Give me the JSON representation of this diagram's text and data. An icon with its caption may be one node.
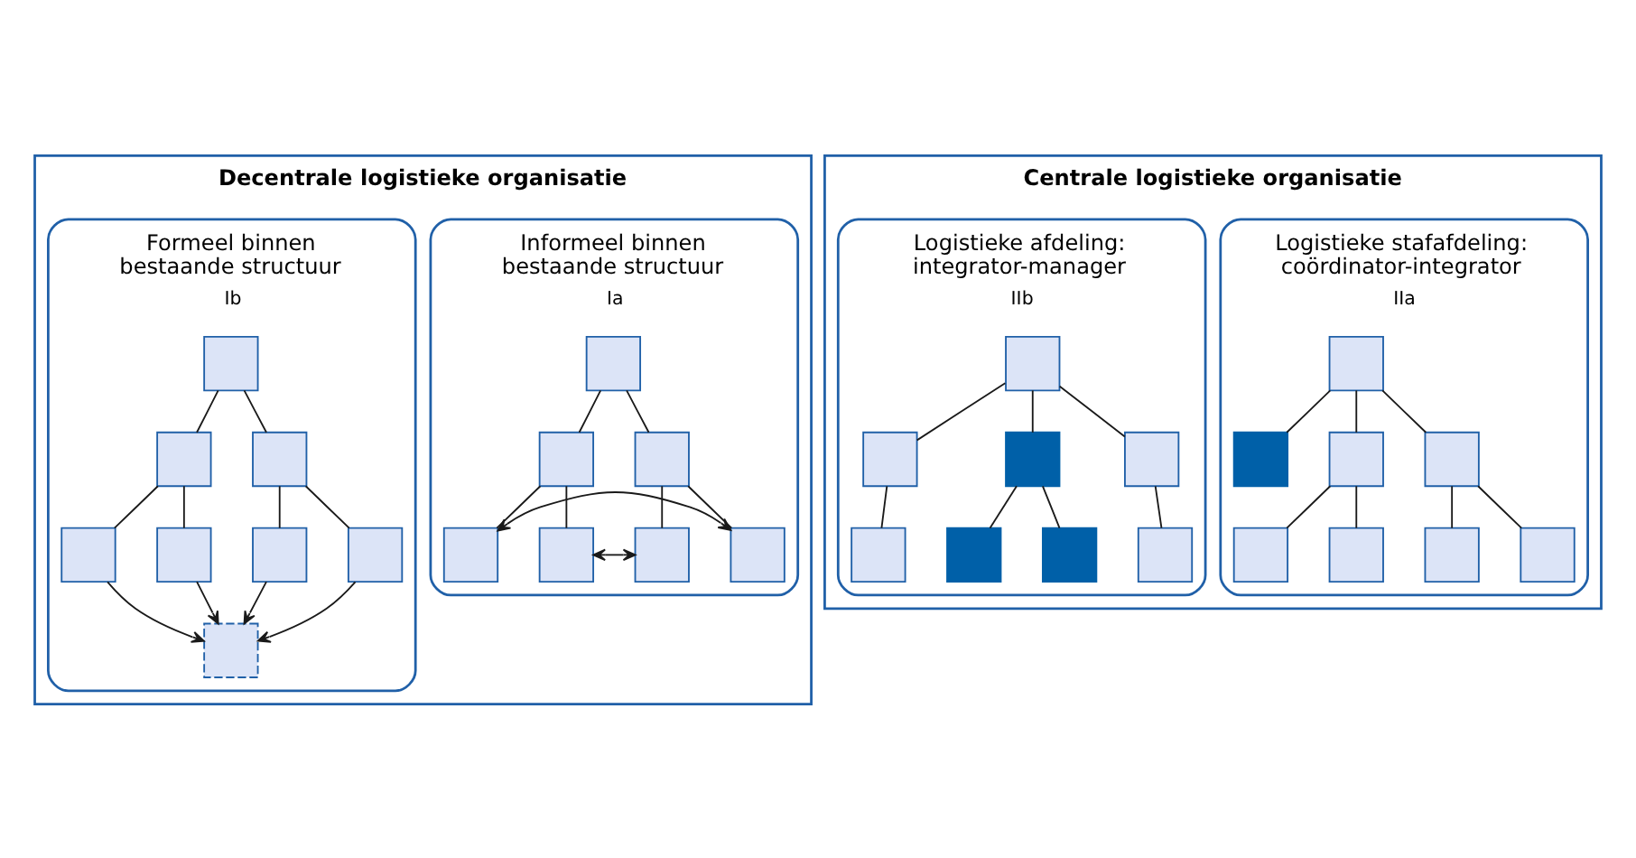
{
  "diagram": {
    "nodes": [
      {
        "text": [
          "Decentrale logistieke organisatie"
        ]
      },
      {
        "text": [
          "Informeel binnen bestaande structuur"
        ],
        "beside": [
          "Ia"
        ],
        "in": 0
      },
      {
        "text": [],
        "shape": "box",
        "in": 1
      },
      {
        "text": [],
        "shape": "box",
        "in": 1
      },
      {
        "text": [],
        "shape": "box",
        "in": 1
      },
      {
        "text": [],
        "shape": "box",
        "in": 1
      },
      {
        "text": [],
        "shape": "box",
        "in": 1
      },
      {
        "text": [],
        "shape": "box",
        "in": 1
      },
      {
        "text": [],
        "shape": "box",
        "in": 1
      },
      {
        "text": [
          "Formeel binnen bestaande structuur"
        ],
        "beside": [
          "Ib"
        ],
        "in": 0
      },
      {
        "text": [],
        "shape": "box",
        "in": 9
      },
      {
        "text": [],
        "shape": "box",
        "in": 9
      },
      {
        "text": [],
        "shape": "box",
        "in": 9
      },
      {
        "text": [],
        "shape": "box",
        "in": 9
      },
      {
        "text": [],
        "shape": "box",
        "in": 9
      },
      {
        "text": [],
        "shape": "box",
        "in": 9
      },
      {
        "text": [],
        "shape": "box",
        "in": 9
      },
      {
        "text": [],
        "shape": "box",
        "in": 9
      },
      {
        "text": [
          "Centrale logistieke organisatie"
        ]
      },
      {
        "text": [
          "Logistieke stafafdeling: coördinator-integrator"
        ],
        "beside": [
          "IIa"
        ],
        "in": 18
      },
      {
        "text": [],
        "shape": "box",
        "in": 19
      },
      {
        "text": [],
        "shape": "box",
        "in": 19
      },
      {
        "text": [],
        "shape": "box",
        "in": 19
      },
      {
        "text": [],
        "shape": "box",
        "in": 19
      },
      {
        "text": [],
        "shape": "box",
        "in": 19
      },
      {
        "text": [],
        "shape": "box",
        "in": 19
      },
      {
        "text": [],
        "shape": "box",
        "in": 19
      },
      {
        "text": [],
        "shape": "box",
        "in": 19
      },
      {
        "text": [
          "Logistieke afdeling: integrator-manager"
        ],
        "beside": [
          "IIb"
        ],
        "in": 18
      },
      {
        "text": [],
        "shape": "box",
        "in": 28
      },
      {
        "text": [],
        "shape": "box",
        "in": 28
      },
      {
        "text": [],
        "shape": "box",
        "in": 28
      },
      {
        "text": [],
        "shape": "box",
        "in": 28
      },
      {
        "text": [],
        "shape": "box",
        "in": 28
      },
      {
        "text": [],
        "shape": "box",
        "in": 28
      },
      {
        "text": [],
        "shape": "box",
        "in": 28
      },
      {
        "text": [],
        "shape": "box",
        "in": 28
      }
    ],
    "edges": [
      {
        "from": 2,
        "to": 3,
        "arrow": "none"
      },
      {
        "from": 2,
        "to": 4,
        "arrow": "none"
      },
      {
        "from": 3,
        "to": 5,
        "arrow": "none"
      },
      {
        "from": 3,
        "to": 6,
        "arrow": "none"
      },
      {
        "from": 4,
        "to": 7,
        "arrow": "none"
      },
      {
        "from": 4,
        "to": 8,
        "arrow": "none"
      },
      {
        "from": 5,
        "to": 8,
        "arrow": "both"
      },
      {
        "from": 6,
        "to": 7,
        "arrow": "both"
      },
      {
        "from": 10,
        "to": 11,
        "arrow": "none"
      },
      {
        "from": 10,
        "to": 12,
        "arrow": "none"
      },
      {
        "from": 11,
        "to": 13,
        "arrow": "none"
      },
      {
        "from": 11,
        "to": 14,
        "arrow": "none"
      },
      {
        "from": 12,
        "to": 15,
        "arrow": "none"
      },
      {
        "from": 12,
        "to": 16,
        "arrow": "none"
      },
      {
        "from": 13,
        "to": 17,
        "arrow": "to"
      },
      {
        "from": 14,
        "to": 17,
        "arrow": "to"
      },
      {
        "from": 15,
        "to": 17,
        "arrow": "to"
      },
      {
        "from": 16,
        "to": 17,
        "arrow": "to"
      },
      {
        "from": 20,
        "to": 21,
        "arrow": "none"
      },
      {
        "from": 20,
        "to": 22,
        "arrow": "none"
      },
      {
        "from": 20,
        "to": 23,
        "arrow": "none"
      },
      {
        "from": 22,
        "to": 24,
        "arrow": "none"
      },
      {
        "from": 22,
        "to": 25,
        "arrow": "none"
      },
      {
        "from": 23,
        "to": 26,
        "arrow": "none"
      },
      {
        "from": 23,
        "to": 27,
        "arrow": "none"
      },
      {
        "from": 29,
        "to": 30,
        "arrow": "none"
      },
      {
        "from": 29,
        "to": 31,
        "arrow": "none"
      },
      {
        "from": 29,
        "to": 32,
        "arrow": "none"
      },
      {
        "from": 30,
        "to": 33,
        "arrow": "none"
      },
      {
        "from": 31,
        "to": 34,
        "arrow": "none"
      },
      {
        "from": 31,
        "to": 35,
        "arrow": "none"
      },
      {
        "from": 32,
        "to": 36,
        "arrow": "none"
      }
    ]
  }
}
